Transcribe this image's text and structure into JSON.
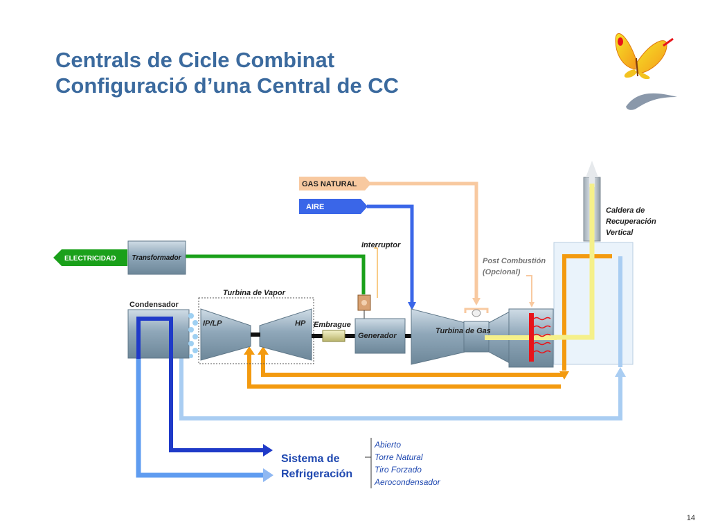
{
  "slide": {
    "title_line1": "Centrals de Cicle Combinat",
    "title_line2": "Configuració d’una Central de CC",
    "page_number": "14"
  },
  "diagram": {
    "inputs": {
      "gas_natural": "GAS NATURAL",
      "aire": "AIRE"
    },
    "output": {
      "electricidad": "ELECTRICIDAD"
    },
    "components": {
      "transformador": "Transformador",
      "interruptor": "Interruptor",
      "turbina_vapor": "Turbina de Vapor",
      "condensador": "Condensador",
      "ip_lp": "IP/LP",
      "hp": "HP",
      "embrague": "Embrague",
      "generador": "Generador",
      "turbina_gas": "Turbina de Gas",
      "post_combustion_line1": "Post Combustión",
      "post_combustion_line2": "(Opcional)",
      "caldera_line1": "Caldera de",
      "caldera_line2": "Recuperación",
      "caldera_line3": "Vertical"
    },
    "refrigeracion": {
      "title_line1": "Sistema de",
      "title_line2": "Refrigeración",
      "options": [
        "Abierto",
        "Torre Natural",
        "Tiro Forzado",
        "Aerocondensador"
      ]
    }
  },
  "colors": {
    "title": "#3b6a9e",
    "gas_line": "#f8c9a0",
    "air_line": "#3a66e8",
    "electric_line": "#1aa01a",
    "steam_line": "#f39a0f",
    "cooling_dark": "#1f3ac8",
    "cooling_light": "#a9cdf2",
    "hot_gas": "#f5f08a"
  }
}
